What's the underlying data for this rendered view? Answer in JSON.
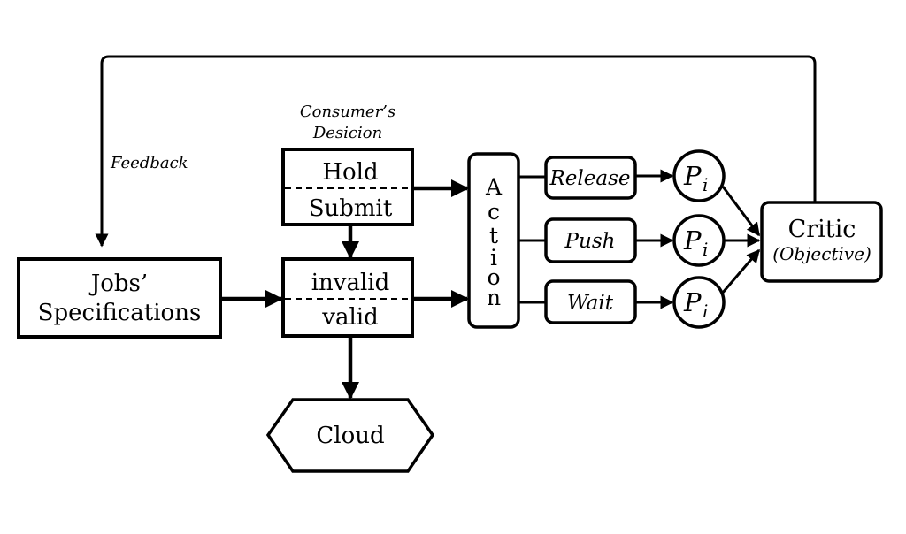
{
  "nodes": {
    "feedback_label": "Feedback",
    "consumer_line1": "Consumer’s",
    "consumer_line2": "Desicion",
    "hold": "Hold",
    "submit": "Submit",
    "invalid": "invalid",
    "valid": "valid",
    "jobs_line1": "Jobs’",
    "jobs_line2": "Specifications",
    "cloud": "Cloud",
    "action_letters": [
      "A",
      "c",
      "t",
      "i",
      "o",
      "n"
    ],
    "release": "Release",
    "push": "Push",
    "wait": "Wait",
    "p_main": "P",
    "p_sub": "i",
    "critic": "Critic",
    "objective": "(Objective)"
  }
}
